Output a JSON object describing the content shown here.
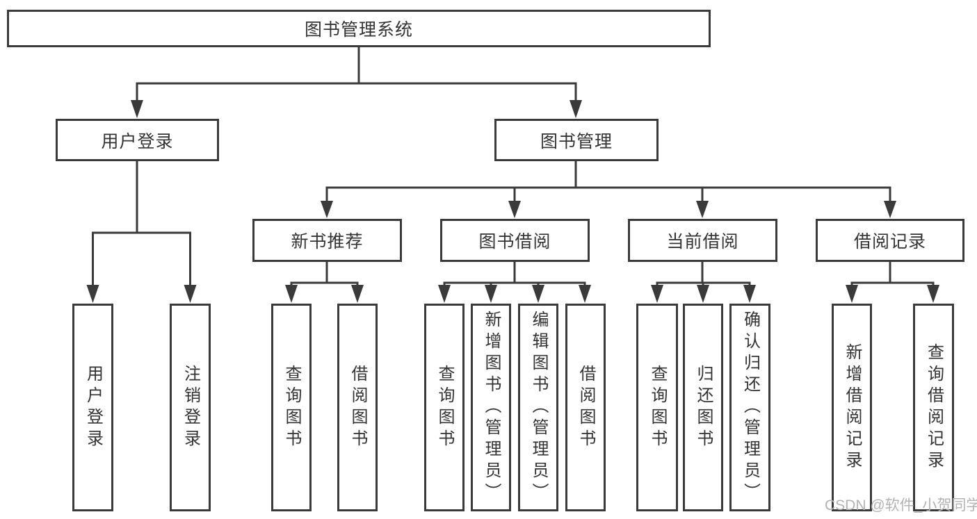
{
  "diagram": {
    "type": "hierarchy-tree",
    "colors": {
      "line": "#3a3a3a",
      "text": "#333333",
      "watermark": "#b3b3b3",
      "background": "#ffffff"
    },
    "root": {
      "label": "图书管理系统",
      "children": [
        {
          "label": "用户登录",
          "children": [
            {
              "label": "用户登录"
            },
            {
              "label": "注销登录"
            }
          ]
        },
        {
          "label": "图书管理",
          "children": [
            {
              "label": "新书推荐",
              "children": [
                {
                  "label": "查询图书"
                },
                {
                  "label": "借阅图书"
                }
              ]
            },
            {
              "label": "图书借阅",
              "children": [
                {
                  "label": "查询图书"
                },
                {
                  "label": "新增图书（管理员）"
                },
                {
                  "label": "编辑图书（管理员）"
                },
                {
                  "label": "借阅图书"
                }
              ]
            },
            {
              "label": "当前借阅",
              "children": [
                {
                  "label": "查询图书"
                },
                {
                  "label": "归还图书"
                },
                {
                  "label": "确认归还（管理员）"
                }
              ]
            },
            {
              "label": "借阅记录",
              "children": [
                {
                  "label": "新增借阅记录"
                },
                {
                  "label": "查询借阅记录"
                }
              ]
            }
          ]
        }
      ]
    }
  },
  "watermark": {
    "text": "CSDN @软件_小贺同学"
  }
}
